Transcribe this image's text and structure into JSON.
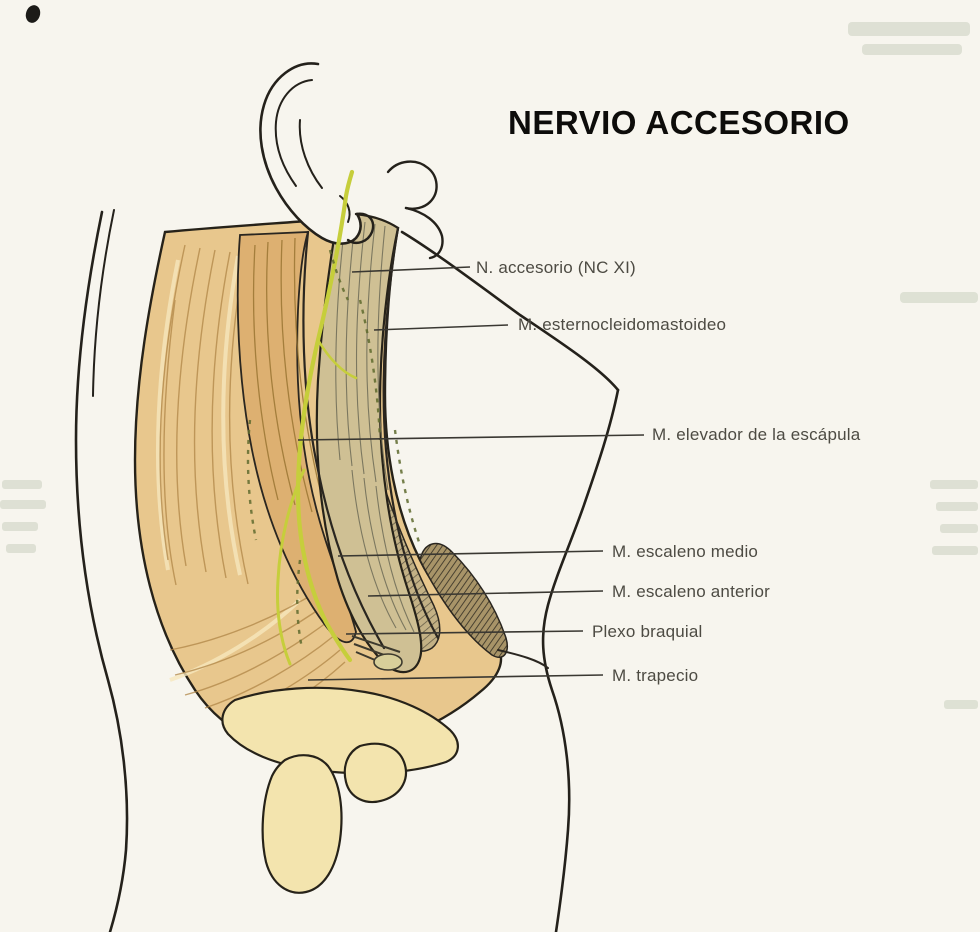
{
  "title": "NERVIO ACCESORIO",
  "labels": [
    {
      "text": "N. accesorio (NC XI)"
    },
    {
      "text": "M. esternocleidomastoideo"
    },
    {
      "text": "M. elevador de la escápula"
    },
    {
      "text": "M. escaleno medio"
    },
    {
      "text": "M. escaleno anterior"
    },
    {
      "text": "Plexo braquial"
    },
    {
      "text": "M. trapecio"
    }
  ],
  "colors": {
    "nerve": "#c6ce3b",
    "muscle": "#e8c78d",
    "muscle_dark": "#cfc094",
    "bone": "#f3e4ae",
    "background": "#f7f5ee",
    "outline": "#262219"
  }
}
